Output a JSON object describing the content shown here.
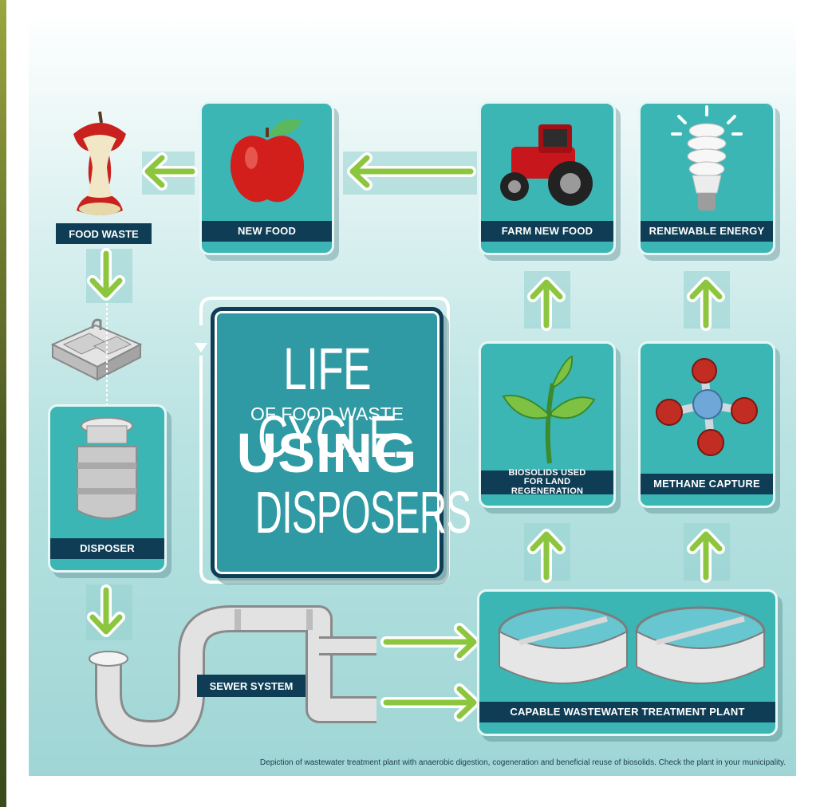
{
  "title": {
    "line1": "LIFE CYCLE",
    "line2": "OF FOOD WASTE",
    "line3": "USING",
    "line4": "DISPOSERS"
  },
  "nodes": {
    "food_waste": "FOOD WASTE",
    "new_food": "NEW FOOD",
    "farm_new_food": "FARM NEW FOOD",
    "renewable_energy": "RENEWABLE ENERGY",
    "biosolids": "BIOSOLIDS USED FOR LAND REGENERATION",
    "methane_capture": "METHANE CAPTURE",
    "disposer": "DISPOSER",
    "sewer_system": "SEWER SYSTEM",
    "treatment_plant": "CAPABLE WASTEWATER TREATMENT PLANT"
  },
  "caption": "Depiction of wastewater treatment plant with anaerobic digestion, cogeneration and beneficial reuse of biosolids. Check the plant in your municipality.",
  "colors": {
    "panel": "#3bb6b4",
    "label": "#0e3d55",
    "arrow": "#8cc63f",
    "title_box": "#2f9aa3"
  }
}
